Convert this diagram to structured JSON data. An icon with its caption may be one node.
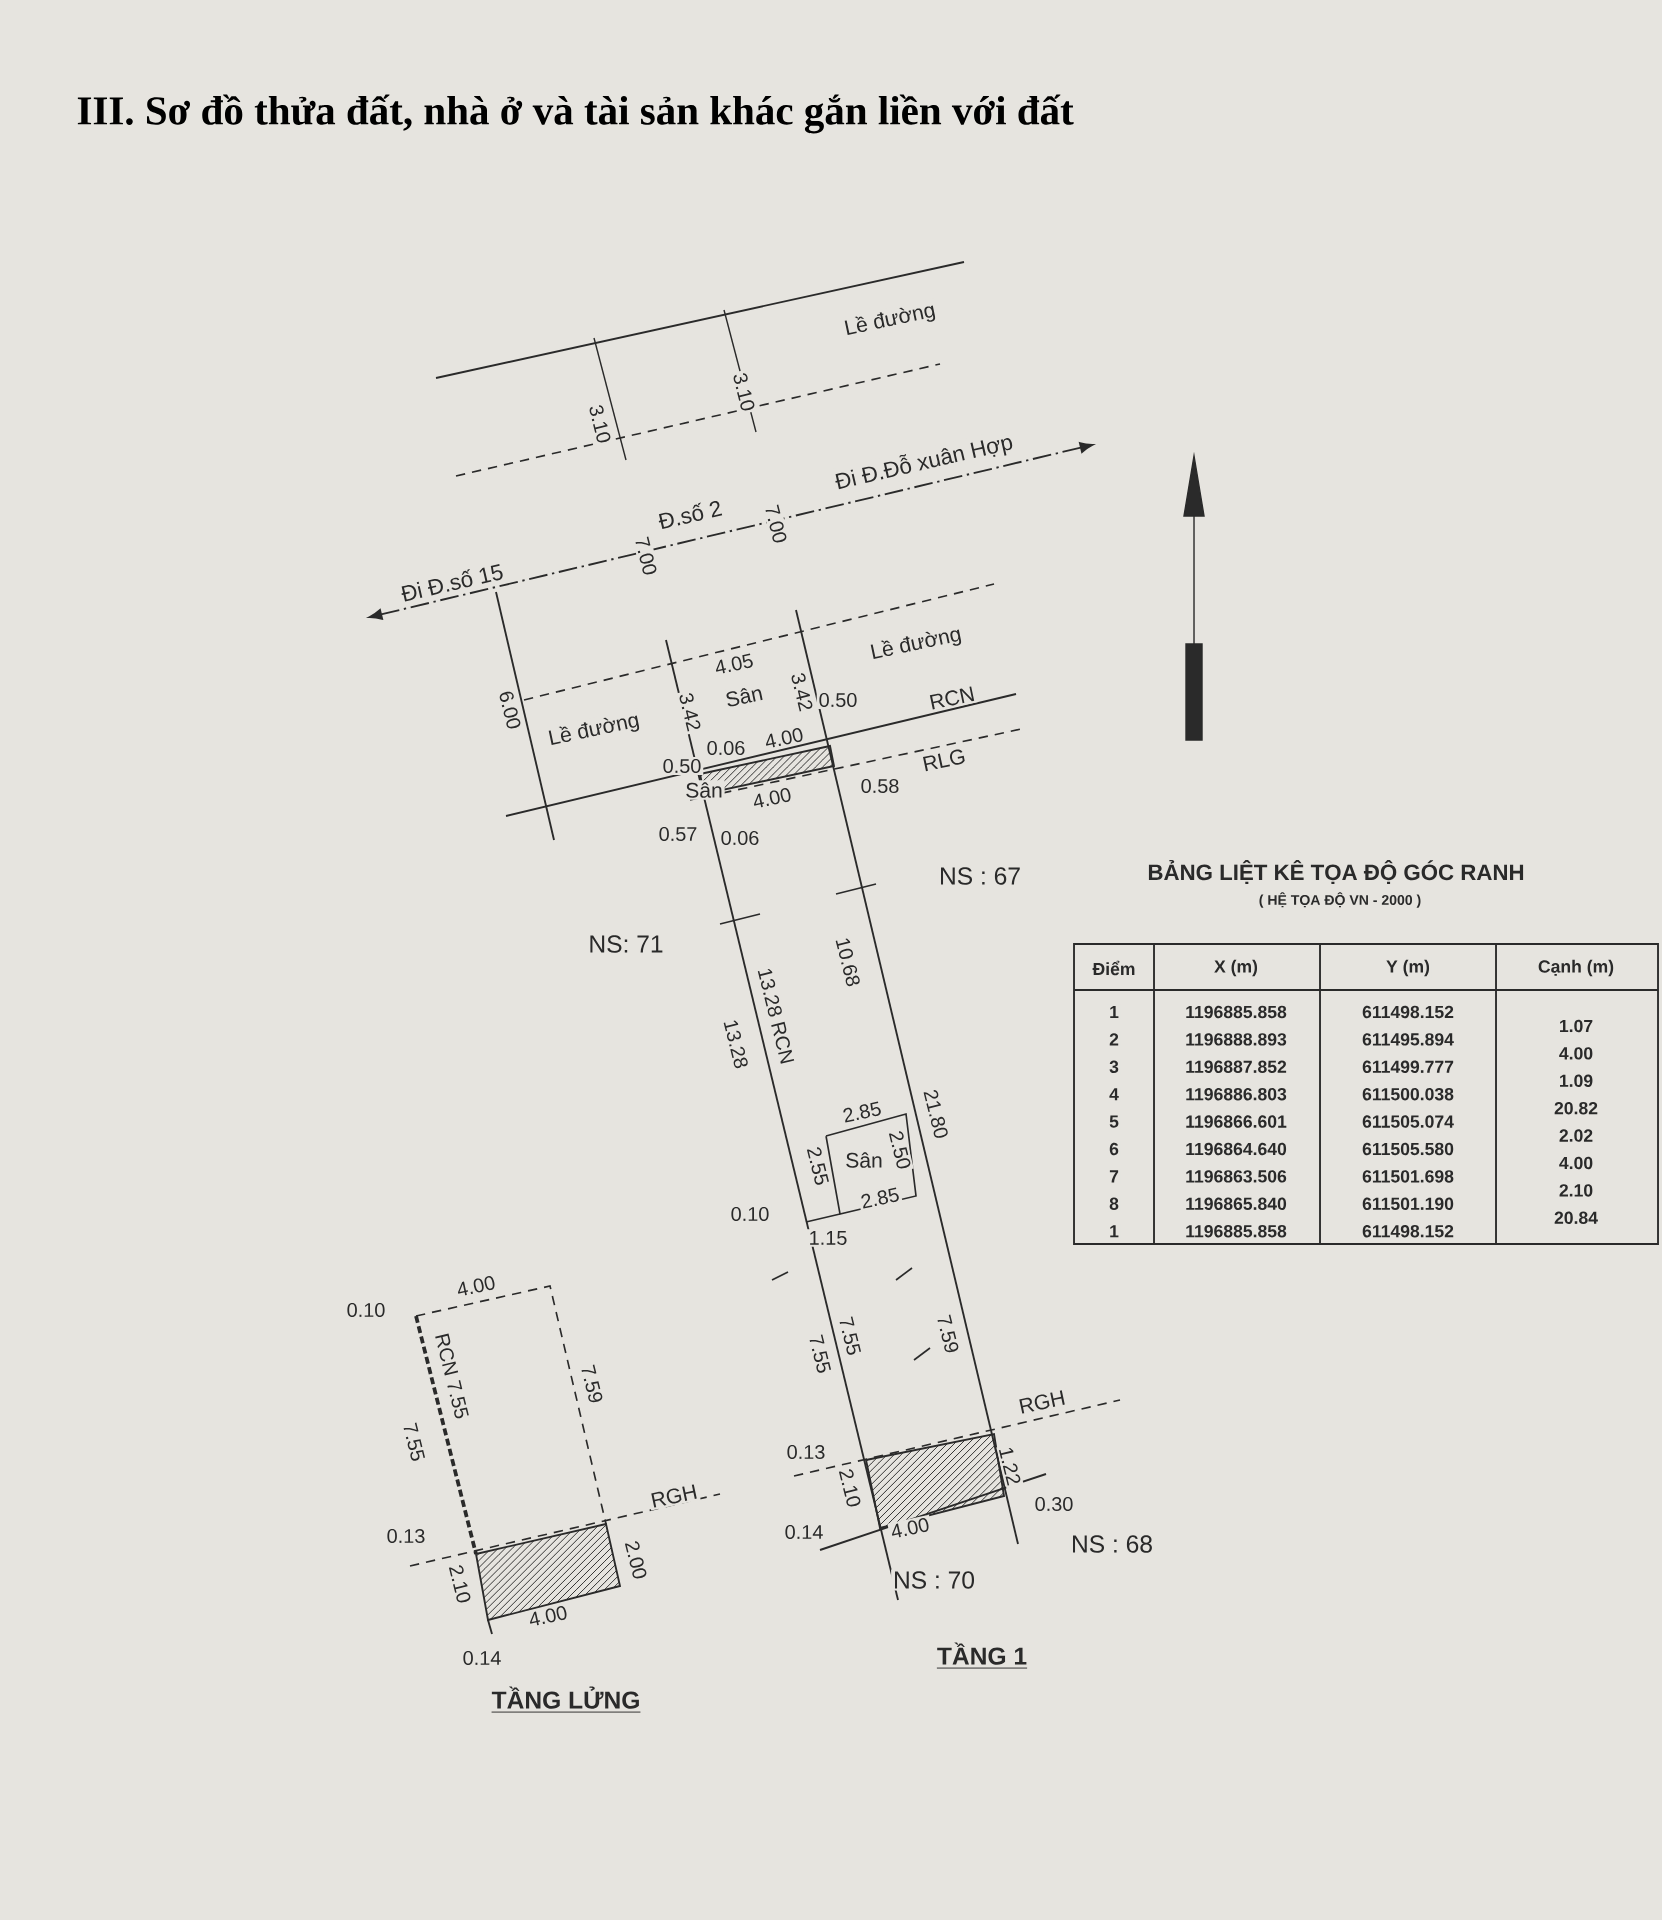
{
  "diagram": {
    "title": "III. Sơ đồ thửa đất, nhà ở và tài sản khác gắn liền với đất",
    "labels": [
      "Lề đường",
      "3.10",
      "3.10",
      "Đi Đ.số 15",
      "Đ.số 2",
      "7.00",
      "7.00",
      "Đi Đ.Đỗ xuân Hợp",
      "Lề đường",
      "4.05",
      "Sân",
      "3.42",
      "6.00",
      "Lề đường",
      "3.42",
      "0.50",
      "RCN",
      "0.50",
      "0.06",
      "4.00",
      "Sân",
      "4.00",
      "0.58",
      "RLG",
      "0.57",
      "0.06",
      "NS : 67",
      "NS: 71",
      "10.68",
      "13.28",
      "13.28 RCN",
      "21.80",
      "2.85",
      "2.55",
      "Sân",
      "2.50",
      "2.85",
      "0.10",
      "1.15",
      "7.55",
      "7.55",
      "7.59",
      "0.10",
      "4.00",
      "RCN 7.55",
      "7.55",
      "7.59",
      "RGH",
      "RGH",
      "0.13",
      "2.10",
      "2.00",
      "0.13",
      "2.10",
      "1.22",
      "0.14",
      "4.00",
      "0.30",
      "NS : 68",
      "4.00",
      "0.14",
      "NS : 70",
      "TẦNG LỬNG",
      "TẦNG 1",
      "BẢNG LIỆT KÊ TỌA ĐỘ GÓC RANH",
      "( HỆ TỌA ĐỘ VN - 2000 )",
      "Điểm",
      "X (m)",
      "Y (m)",
      "Cạnh (m)",
      "1",
      "1196885.858",
      "611498.152",
      "2",
      "1196888.893",
      "611495.894",
      "3",
      "1196887.852",
      "611499.777",
      "4",
      "1196886.803",
      "611500.038",
      "5",
      "1196866.601",
      "611505.074",
      "6",
      "1196864.640",
      "611505.580",
      "7",
      "1196863.506",
      "611501.698",
      "8",
      "1196865.840",
      "611501.190",
      "1",
      "1196885.858",
      "611498.152",
      "1.07",
      "4.00",
      "1.09",
      "20.82",
      "2.02",
      "4.00",
      "2.10",
      "20.84"
    ]
  }
}
